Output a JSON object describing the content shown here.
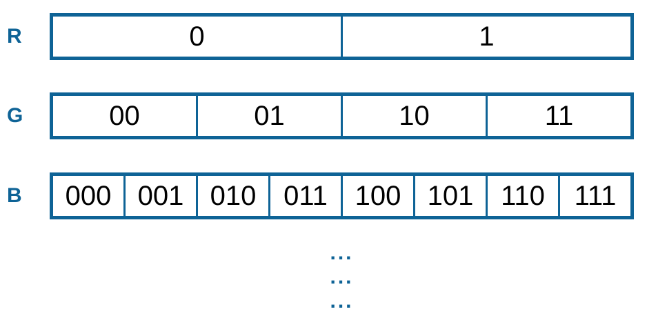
{
  "colors": {
    "accent_blue": "#0e6396",
    "cell_text": "#000000",
    "background": "#ffffff"
  },
  "rows": [
    {
      "label": "R",
      "cells": [
        "0",
        "1"
      ]
    },
    {
      "label": "G",
      "cells": [
        "00",
        "01",
        "10",
        "11"
      ]
    },
    {
      "label": "B",
      "cells": [
        "000",
        "001",
        "010",
        "011",
        "100",
        "101",
        "110",
        "111"
      ]
    }
  ],
  "ellipsis": {
    "line1": "...",
    "line2": "...",
    "line3": "..."
  }
}
